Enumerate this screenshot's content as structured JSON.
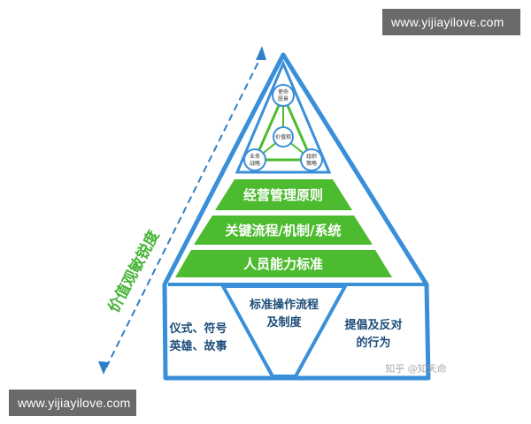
{
  "watermarks": {
    "top": "www.yijiayilove.com",
    "bottom": "www.yijiayilove.com"
  },
  "side_label": "价值观敏锐度",
  "top_circles": {
    "top": [
      "使命",
      "愿景"
    ],
    "center": "价值观",
    "left": [
      "业务",
      "战略"
    ],
    "right": [
      "组织",
      "策略"
    ]
  },
  "bands": [
    "经营管理原则",
    "关键流程/机制/系统",
    "人员能力标准"
  ],
  "base": {
    "left": [
      "仪式、符号",
      "英雄、故事"
    ],
    "middle": [
      "标准操作流程",
      "及制度"
    ],
    "right": [
      "提倡及反对",
      "的行为"
    ]
  },
  "credit": "知乎 @知天命",
  "colors": {
    "green": "#4dbb2f",
    "blue": "#3a8fd9",
    "text_dark": "#1d4c7a"
  }
}
